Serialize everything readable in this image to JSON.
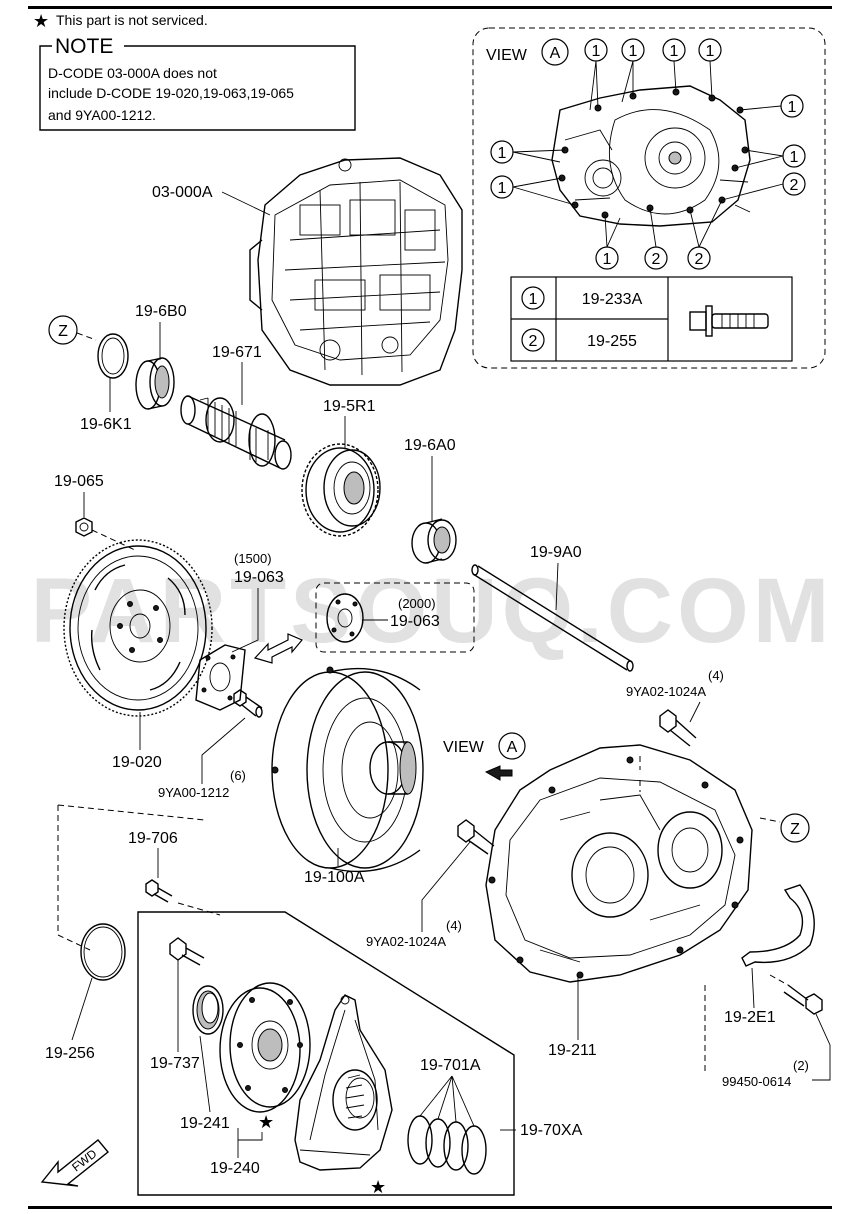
{
  "legend": {
    "star_text": "This part is not serviced."
  },
  "note": {
    "title": "NOTE",
    "line1": "D-CODE 03-000A does not",
    "line2": "include D-CODE 19-020,19-063,19-065",
    "line3": "and 9YA00-1212."
  },
  "view_a": {
    "title": "VIEW",
    "letter": "A",
    "callouts": [
      "1",
      "2"
    ],
    "table": [
      {
        "ref": "1",
        "part": "19-233A"
      },
      {
        "ref": "2",
        "part": "19-255"
      }
    ]
  },
  "parts": {
    "p03000a": "03-000A",
    "p196b0": "19-6B0",
    "p196k1": "19-6K1",
    "p19671": "19-671",
    "p195r1": "19-5R1",
    "p196a0": "19-6A0",
    "p19065": "19-065",
    "p19063_1500_qty": "(1500)",
    "p19063": "19-063",
    "p19063_2000_qty": "(2000)",
    "p199a0": "19-9A0",
    "p9ya02_qty": "(4)",
    "p9ya02": "9YA02-1024A",
    "p19020": "19-020",
    "p9ya00_qty": "(6)",
    "p9ya00": "9YA00-1212",
    "view": "VIEW",
    "view_letter": "A",
    "z": "Z",
    "p19706": "19-706",
    "p19100a": "19-100A",
    "p19256": "19-256",
    "p192e1": "19-2E1",
    "p19211": "19-211",
    "p99450_qty": "(2)",
    "p99450": "99450-0614",
    "p19737": "19-737",
    "p19241": "19-241",
    "p19240": "19-240",
    "p19701a": "19-701A",
    "p1970xa": "19-70XA",
    "fwd": "FWD"
  },
  "watermark": "PARTSOUQ.COM"
}
